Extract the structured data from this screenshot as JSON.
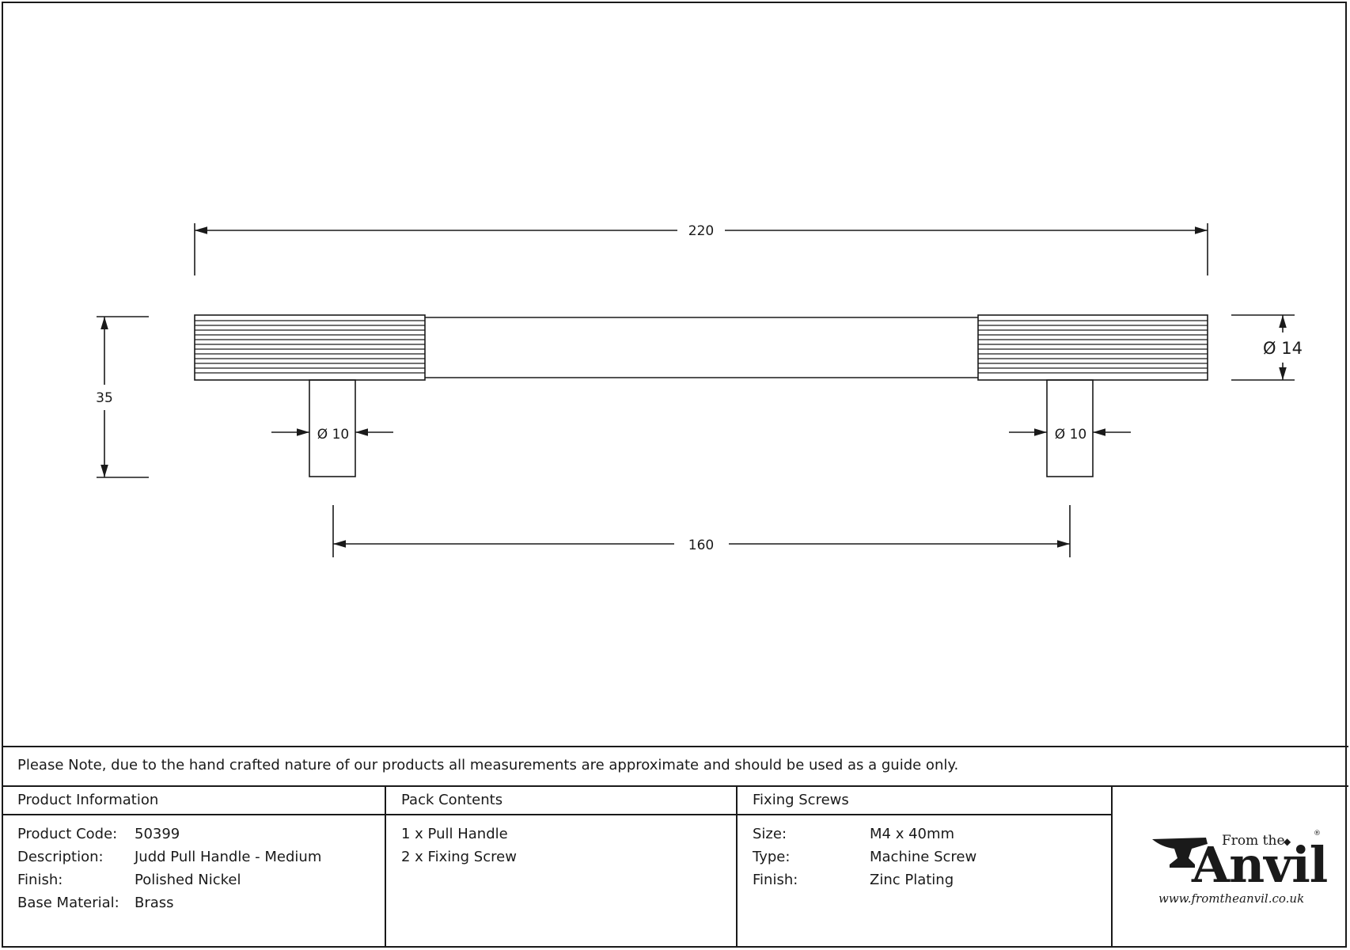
{
  "dimensions": {
    "overall_length": "220",
    "centres": "160",
    "height": "35",
    "bar_diameter": "Ø 14",
    "leg_diameter_left": "Ø 10",
    "leg_diameter_right": "Ø 10"
  },
  "note": "Please Note, due to the hand crafted nature of our products all measurements are approximate and should be used as a guide only.",
  "product_information": {
    "heading": "Product Information",
    "rows": [
      {
        "label": "Product Code:",
        "value": "50399"
      },
      {
        "label": "Description:",
        "value": "Judd Pull Handle - Medium"
      },
      {
        "label": "Finish:",
        "value": "Polished Nickel"
      },
      {
        "label": "Base Material:",
        "value": "Brass"
      }
    ]
  },
  "pack_contents": {
    "heading": "Pack Contents",
    "items": [
      "1 x Pull Handle",
      "2 x Fixing Screw"
    ]
  },
  "fixing_screws": {
    "heading": "Fixing Screws",
    "rows": [
      {
        "label": "Size:",
        "value": "M4 x 40mm"
      },
      {
        "label": "Type:",
        "value": "Machine Screw"
      },
      {
        "label": "Finish:",
        "value": "Zinc Plating"
      }
    ]
  },
  "logo": {
    "from_the": "From the",
    "anvil": "Anvil",
    "url": "www.fromtheanvil.co.uk",
    "registered": "®"
  }
}
